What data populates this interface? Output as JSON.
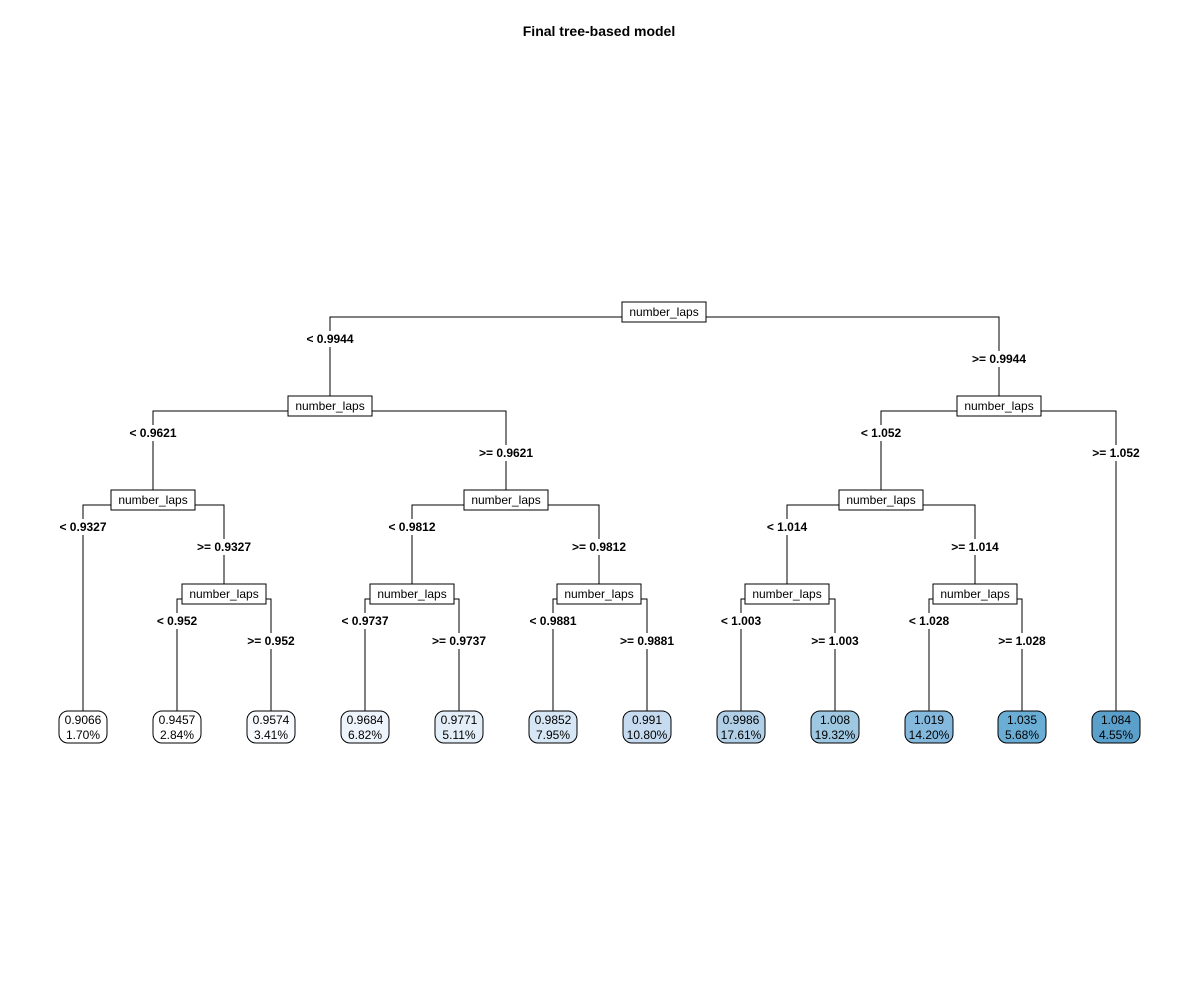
{
  "title": "Final tree-based model",
  "split_label": "number_laps",
  "nodes": [
    {
      "id": "n1",
      "label": "number_laps"
    },
    {
      "id": "n2",
      "label": "number_laps"
    },
    {
      "id": "n3",
      "label": "number_laps"
    },
    {
      "id": "n4",
      "label": "number_laps"
    },
    {
      "id": "n5",
      "label": "number_laps"
    },
    {
      "id": "n6",
      "label": "number_laps"
    },
    {
      "id": "n7",
      "label": "number_laps"
    },
    {
      "id": "n8",
      "label": "number_laps"
    },
    {
      "id": "n9",
      "label": "number_laps"
    },
    {
      "id": "n10",
      "label": "number_laps"
    }
  ],
  "branches": [
    {
      "from": "n1",
      "to": "n2",
      "label": "< 0.9944"
    },
    {
      "from": "n1",
      "to": "n3",
      "label": ">= 0.9944"
    },
    {
      "from": "n2",
      "to": "n4",
      "label": "< 0.9621"
    },
    {
      "from": "n2",
      "to": "n5",
      "label": ">= 0.9621"
    },
    {
      "from": "n3",
      "to": "n6",
      "label": "< 1.052"
    },
    {
      "from": "n3",
      "to": "L12",
      "label": ">= 1.052"
    },
    {
      "from": "n4",
      "to": "L1",
      "label": "< 0.9327"
    },
    {
      "from": "n4",
      "to": "n7",
      "label": ">= 0.9327"
    },
    {
      "from": "n7",
      "to": "L2",
      "label": "< 0.952"
    },
    {
      "from": "n7",
      "to": "L3",
      "label": ">= 0.952"
    },
    {
      "from": "n5",
      "to": "n8",
      "label": "< 0.9812"
    },
    {
      "from": "n5",
      "to": "n9",
      "label": ">= 0.9812"
    },
    {
      "from": "n8",
      "to": "L4",
      "label": "< 0.9737"
    },
    {
      "from": "n8",
      "to": "L5",
      "label": ">= 0.9737"
    },
    {
      "from": "n9",
      "to": "L6",
      "label": "< 0.9881"
    },
    {
      "from": "n9",
      "to": "L7",
      "label": ">= 0.9881"
    },
    {
      "from": "n6",
      "to": "n10",
      "label": "< 1.014"
    },
    {
      "from": "n6",
      "to": "n11",
      "label": ">= 1.014"
    },
    {
      "from": "n10",
      "to": "L8",
      "label": "< 1.003"
    },
    {
      "from": "n10",
      "to": "L9",
      "label": ">= 1.003"
    },
    {
      "from": "n11",
      "to": "L10",
      "label": "< 1.028"
    },
    {
      "from": "n11",
      "to": "L11",
      "label": ">= 1.028"
    }
  ],
  "leaves": [
    {
      "id": "L1",
      "value": "0.9066",
      "percent": "1.70%",
      "fill": "#ffffff"
    },
    {
      "id": "L2",
      "value": "0.9457",
      "percent": "2.84%",
      "fill": "#ffffff"
    },
    {
      "id": "L3",
      "value": "0.9574",
      "percent": "3.41%",
      "fill": "#f7fbff"
    },
    {
      "id": "L4",
      "value": "0.9684",
      "percent": "6.82%",
      "fill": "#eef4fb"
    },
    {
      "id": "L5",
      "value": "0.9771",
      "percent": "5.11%",
      "fill": "#e3eef8"
    },
    {
      "id": "L6",
      "value": "0.9852",
      "percent": "7.95%",
      "fill": "#d6e6f4"
    },
    {
      "id": "L7",
      "value": "0.991",
      "percent": "10.80%",
      "fill": "#c6dbef"
    },
    {
      "id": "L8",
      "value": "0.9986",
      "percent": "17.61%",
      "fill": "#b1d0e8"
    },
    {
      "id": "L9",
      "value": "1.008",
      "percent": "19.32%",
      "fill": "#9ec7e1"
    },
    {
      "id": "L10",
      "value": "1.019",
      "percent": "14.20%",
      "fill": "#84b9dd"
    },
    {
      "id": "L11",
      "value": "1.035",
      "percent": "5.68%",
      "fill": "#6aaed6"
    },
    {
      "id": "L12",
      "value": "1.084",
      "percent": "4.55%",
      "fill": "#5b9fcb"
    }
  ],
  "colors": {
    "line": "#000000",
    "node_fill": "#ffffff",
    "text": "#000000"
  }
}
